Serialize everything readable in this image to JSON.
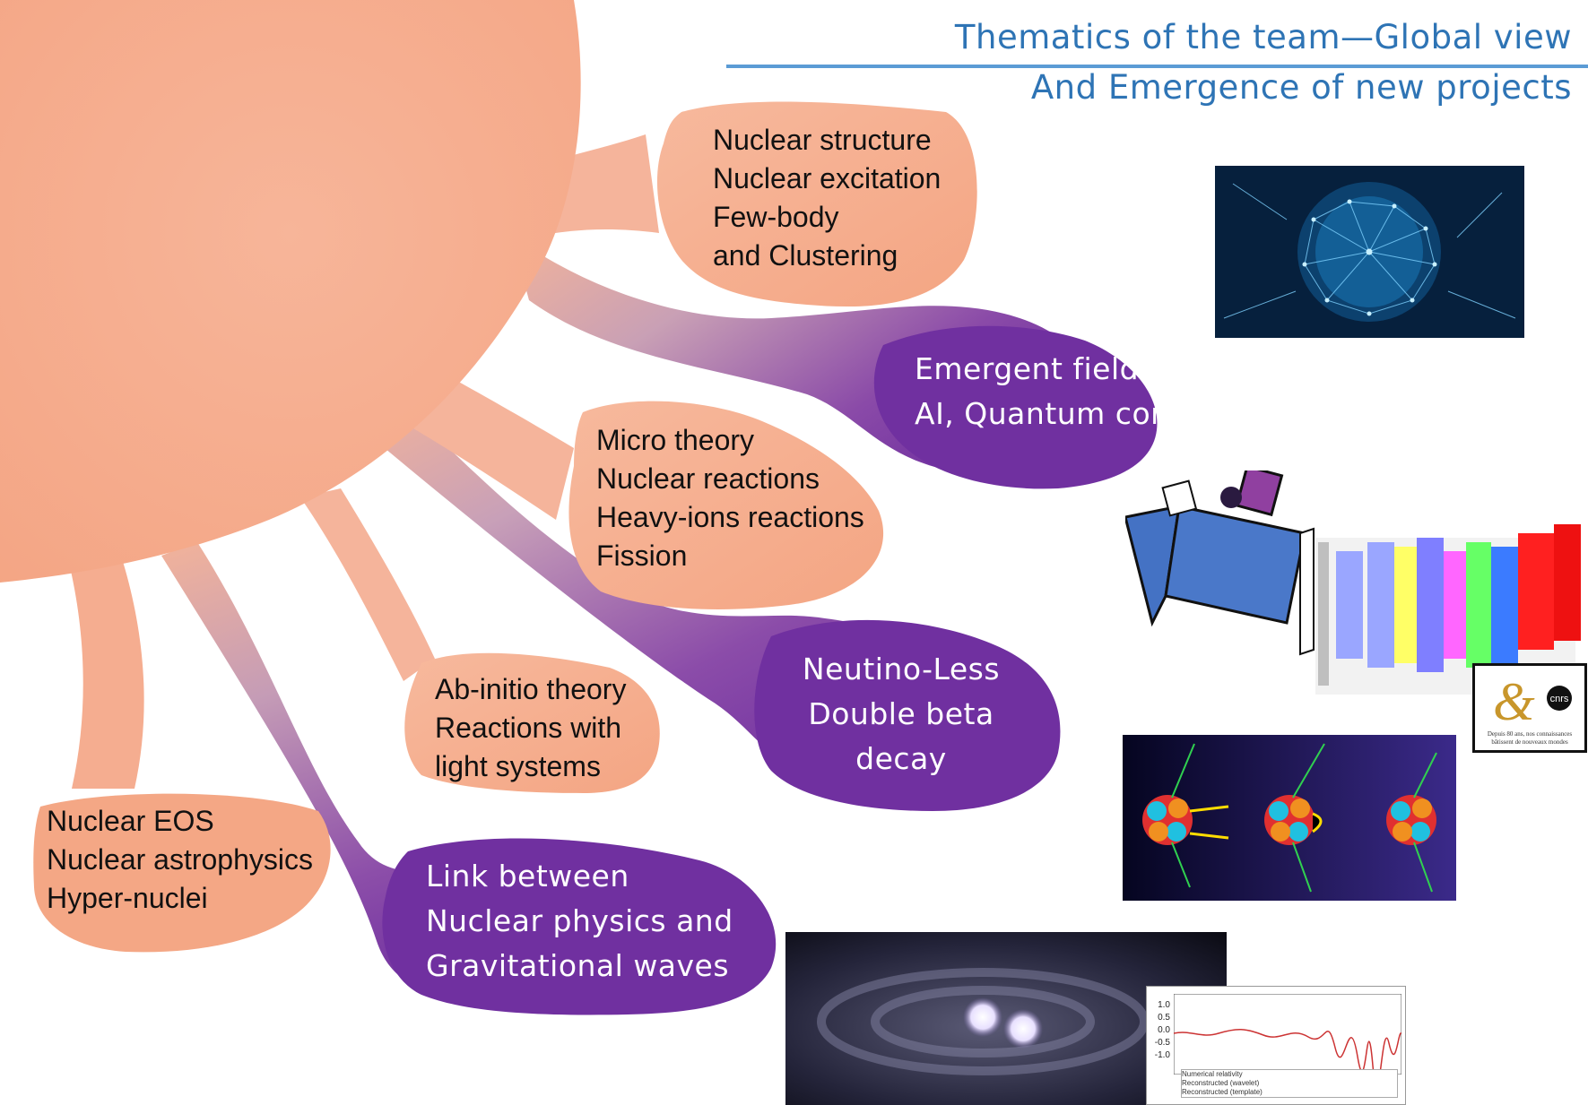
{
  "header": {
    "title": "Thematics of the team—Global view",
    "subtitle": "And Emergence of new projects"
  },
  "topics": {
    "nuclear_structure": [
      "Nuclear structure",
      "Nuclear excitation",
      "Few-body",
      "and Clustering"
    ],
    "emergent_fields": [
      "Emergent fields",
      "AI, Quantum comp."
    ],
    "micro_theory": [
      "Micro theory",
      "Nuclear reactions",
      "Heavy-ions reactions",
      "Fission"
    ],
    "neutrinoless": [
      "Neutino-Less",
      "Double beta",
      "decay"
    ],
    "ab_initio": [
      "Ab-initio theory",
      "Reactions with",
      "light systems"
    ],
    "nuclear_eos": [
      "Nuclear EOS",
      "Nuclear astrophysics",
      "Hyper-nuclei"
    ],
    "gravitational": [
      "Link between",
      "Nuclear physics and",
      "Gravitational waves"
    ]
  },
  "images": {
    "ai_brain": "ai-brain-network-image",
    "quantum_circuit": "quantum-circuit-image",
    "cnrs_logo": "cnrs-anniversary-logo",
    "double_beta": "double-beta-decay-image",
    "binary_stars": "neutron-star-merger-image"
  },
  "cnrs_badge": {
    "logo_text": "cnrs",
    "caption_line1": "Depuis 80 ans, nos connaissances",
    "caption_line2": "bâtissent de nouveaux mondes"
  },
  "gw_plot": {
    "yticks": [
      "1.0",
      "0.5",
      "0.0",
      "-0.5",
      "-1.0"
    ],
    "legend": [
      "Numerical relativity",
      "Reconstructed (wavelet)",
      "Reconstructed (template)"
    ]
  },
  "colors": {
    "sun": "#f5a98a",
    "bubble_orange": "#f4a683",
    "bubble_purple": "#7030a0",
    "title_blue": "#2e74b5"
  }
}
